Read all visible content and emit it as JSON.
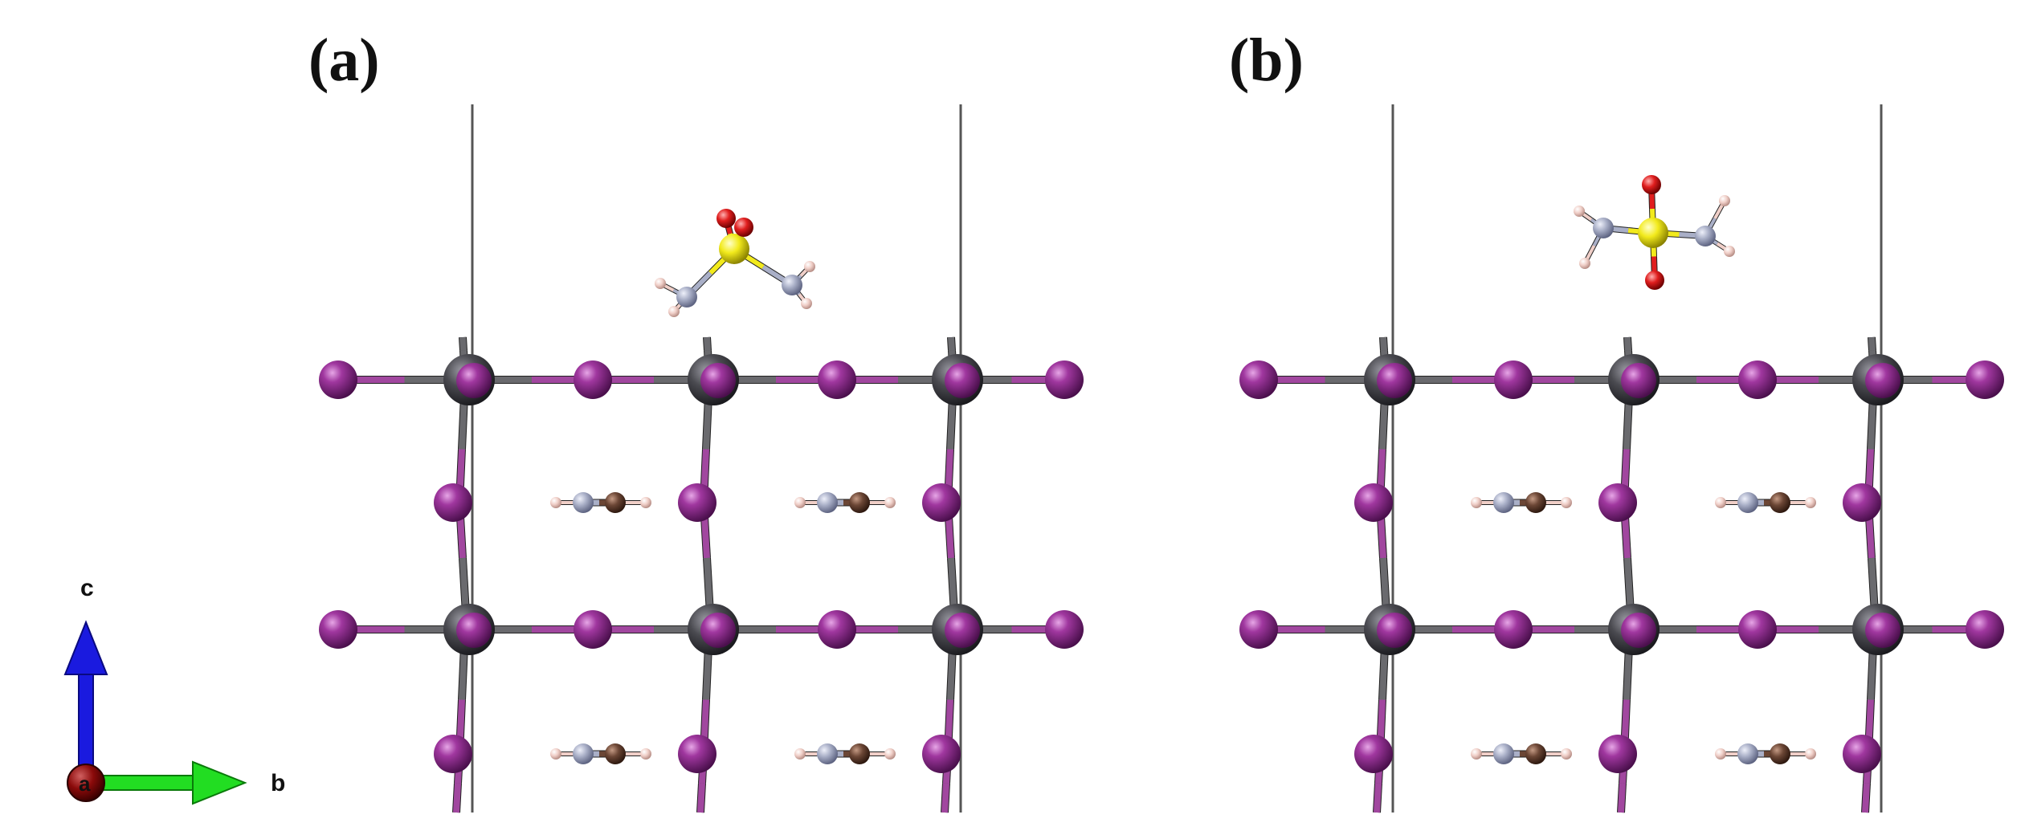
{
  "panels": [
    {
      "label": "(a)",
      "molecule_orientation": "tilted"
    },
    {
      "label": "(b)",
      "molecule_orientation": "upright"
    }
  ],
  "axes": {
    "origin": "a",
    "up": "c",
    "right": "b"
  },
  "colors": {
    "iodine": "#8b2a8e",
    "lead": "#3d3d42",
    "bond_iodine": "#a1479f",
    "bond_lead": "#6a6a6e",
    "nitrogen": "#a9afc7",
    "carbon": "#6b4635",
    "hydrogen": "#f0cfc8",
    "sulfur": "#f2ea1c",
    "oxygen": "#e01e1e",
    "cell_edge": "#555555",
    "axis_c": "#1a1adf",
    "axis_b": "#22dd22",
    "axis_a": "#8b0a0a"
  }
}
